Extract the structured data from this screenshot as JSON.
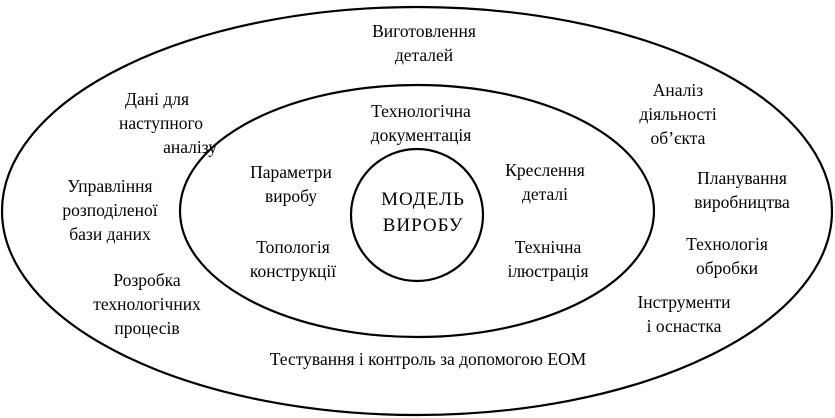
{
  "core": {
    "lines": [
      "МОДЕЛЬ",
      "ВИРОБУ"
    ]
  },
  "inner": {
    "documentation": [
      "Технологічна",
      "документація"
    ],
    "parameters": [
      "Параметри",
      "виробу"
    ],
    "drawing": [
      "Креслення",
      "деталі"
    ],
    "topology": [
      "Топологія",
      "конструкції"
    ],
    "illustration": [
      "Технічна",
      "ілюстрація"
    ]
  },
  "outer": {
    "manufacturing": [
      "Виготовлення",
      "деталей"
    ],
    "next_analysis": [
      "Дані для",
      "наступного",
      "аналізу"
    ],
    "object_analysis": [
      "Аналіз",
      "діяльності",
      "об’єкта"
    ],
    "distributed_db": [
      "Управління",
      "розподіленої",
      "бази даних"
    ],
    "production_planning": [
      "Планування",
      "виробництва"
    ],
    "processing_tech": [
      "Технологія",
      "обробки"
    ],
    "process_development": [
      "Розробка",
      "технологічних",
      "процесів"
    ],
    "tools": [
      "Інструменти",
      "і оснастка"
    ],
    "testing": [
      "Тестування і контроль за допомогою ЕОМ"
    ]
  }
}
